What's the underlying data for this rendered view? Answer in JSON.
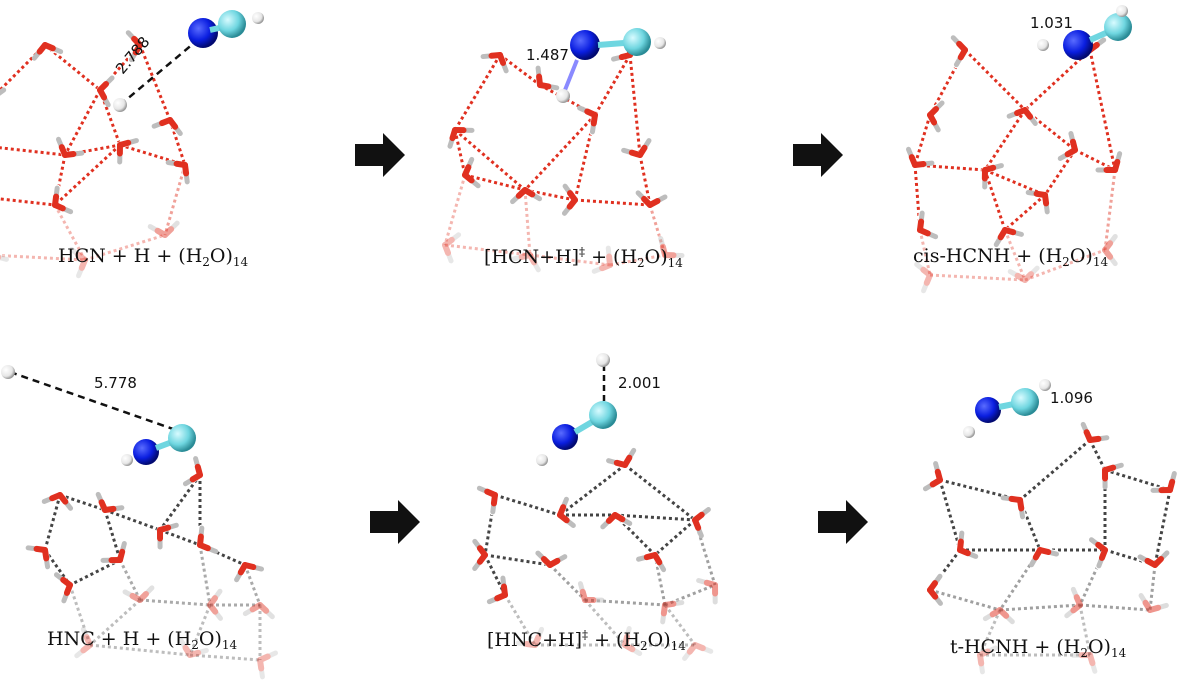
{
  "panels": [
    {
      "label_parts": {
        "a": "HCN + H + (H",
        "sub1": "2",
        "b": "O)",
        "sub2": "14"
      },
      "distance": "2.788"
    },
    {
      "label_parts": {
        "a": "[HCN+H]",
        "sup": "‡",
        "b": " + (H",
        "sub1": "2",
        "c": "O)",
        "sub2": "14"
      },
      "distance": "1.487"
    },
    {
      "label_parts": {
        "a": "cis-HCNH + (H",
        "sub1": "2",
        "b": "O)",
        "sub2": "14"
      },
      "distance": "1.031"
    },
    {
      "label_parts": {
        "a": "HNC + H + (H",
        "sub1": "2",
        "b": "O)",
        "sub2": "14"
      },
      "distance": "5.778"
    },
    {
      "label_parts": {
        "a": "[HNC+H]",
        "sup": "‡",
        "b": " + (H",
        "sub1": "2",
        "c": "O)",
        "sub2": "14"
      },
      "distance": "2.001"
    },
    {
      "label_parts": {
        "a": "t-HCNH + (H",
        "sub1": "2",
        "b": "O)",
        "sub2": "14"
      },
      "distance": "1.096"
    }
  ],
  "colors": {
    "oxygen": "#e03020",
    "hydrogen": "#f2f2f2",
    "nitrogen": "#0a1ee0",
    "carbon": "#6fd6e0",
    "hbond_top": "#e03020",
    "hbond_bottom": "#444444",
    "arrow": "#111111"
  }
}
